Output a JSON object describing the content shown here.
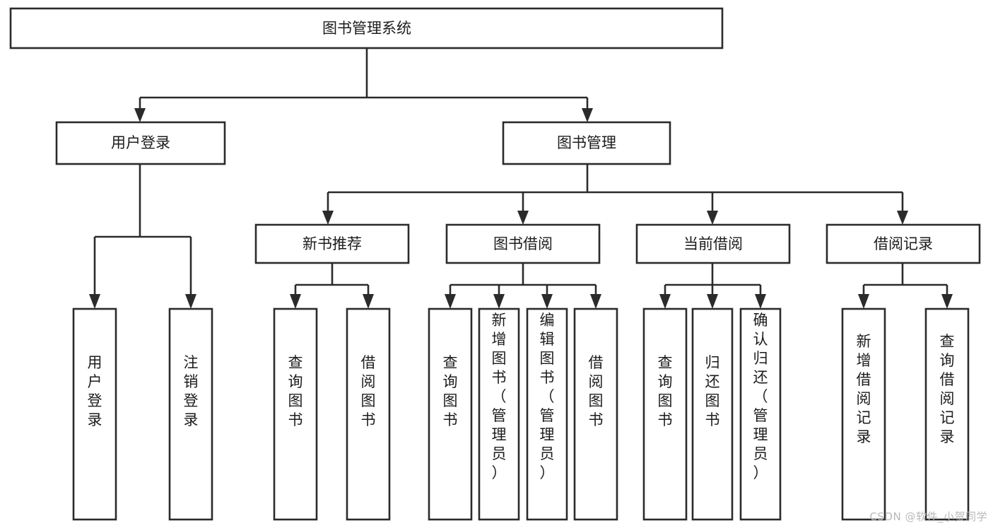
{
  "diagram": {
    "type": "tree",
    "title": "图书管理系统",
    "orientation": "top-down",
    "watermark": "CSDN @软件_小贺同学",
    "colors": {
      "background": "#ffffff",
      "box_fill": "#ffffff",
      "box_stroke": "#2b2b2b",
      "text": "#1c1c1c",
      "watermark": "#b9b9b9"
    },
    "levels": [
      {
        "level": 1,
        "nodes": [
          {
            "id": "root",
            "label": "图书管理系统",
            "orientation": "horizontal"
          }
        ]
      },
      {
        "level": 2,
        "nodes": [
          {
            "id": "login",
            "label": "用户登录",
            "orientation": "horizontal",
            "parent": "root"
          },
          {
            "id": "bookmgmt",
            "label": "图书管理",
            "orientation": "horizontal",
            "parent": "root"
          }
        ]
      },
      {
        "level": 3,
        "nodes": [
          {
            "id": "newbook",
            "label": "新书推荐",
            "orientation": "horizontal",
            "parent": "bookmgmt"
          },
          {
            "id": "borrow",
            "label": "图书借阅",
            "orientation": "horizontal",
            "parent": "bookmgmt"
          },
          {
            "id": "current",
            "label": "当前借阅",
            "orientation": "horizontal",
            "parent": "bookmgmt"
          },
          {
            "id": "record",
            "label": "借阅记录",
            "orientation": "horizontal",
            "parent": "bookmgmt"
          }
        ]
      },
      {
        "level": 4,
        "nodes": [
          {
            "id": "leaf1",
            "label": "用户登录",
            "orientation": "vertical",
            "parent": "login"
          },
          {
            "id": "leaf2",
            "label": "注销登录",
            "orientation": "vertical",
            "parent": "login"
          },
          {
            "id": "leaf3",
            "label": "查询图书",
            "orientation": "vertical",
            "parent": "newbook"
          },
          {
            "id": "leaf4",
            "label": "借阅图书",
            "orientation": "vertical",
            "parent": "newbook"
          },
          {
            "id": "leaf5",
            "label": "查询图书",
            "orientation": "vertical",
            "parent": "borrow"
          },
          {
            "id": "leaf6",
            "label": "新增图书（管理员）",
            "orientation": "vertical",
            "parent": "borrow"
          },
          {
            "id": "leaf7",
            "label": "编辑图书（管理员）",
            "orientation": "vertical",
            "parent": "borrow"
          },
          {
            "id": "leaf8",
            "label": "借阅图书",
            "orientation": "vertical",
            "parent": "borrow"
          },
          {
            "id": "leaf9",
            "label": "查询图书",
            "orientation": "vertical",
            "parent": "current"
          },
          {
            "id": "leaf10",
            "label": "归还图书",
            "orientation": "vertical",
            "parent": "current"
          },
          {
            "id": "leaf11",
            "label": "确认归还（管理员）",
            "orientation": "vertical",
            "parent": "current"
          },
          {
            "id": "leaf12",
            "label": "新增借阅记录",
            "orientation": "vertical",
            "parent": "record"
          },
          {
            "id": "leaf13",
            "label": "查询借阅记录",
            "orientation": "vertical",
            "parent": "record"
          }
        ]
      }
    ]
  }
}
